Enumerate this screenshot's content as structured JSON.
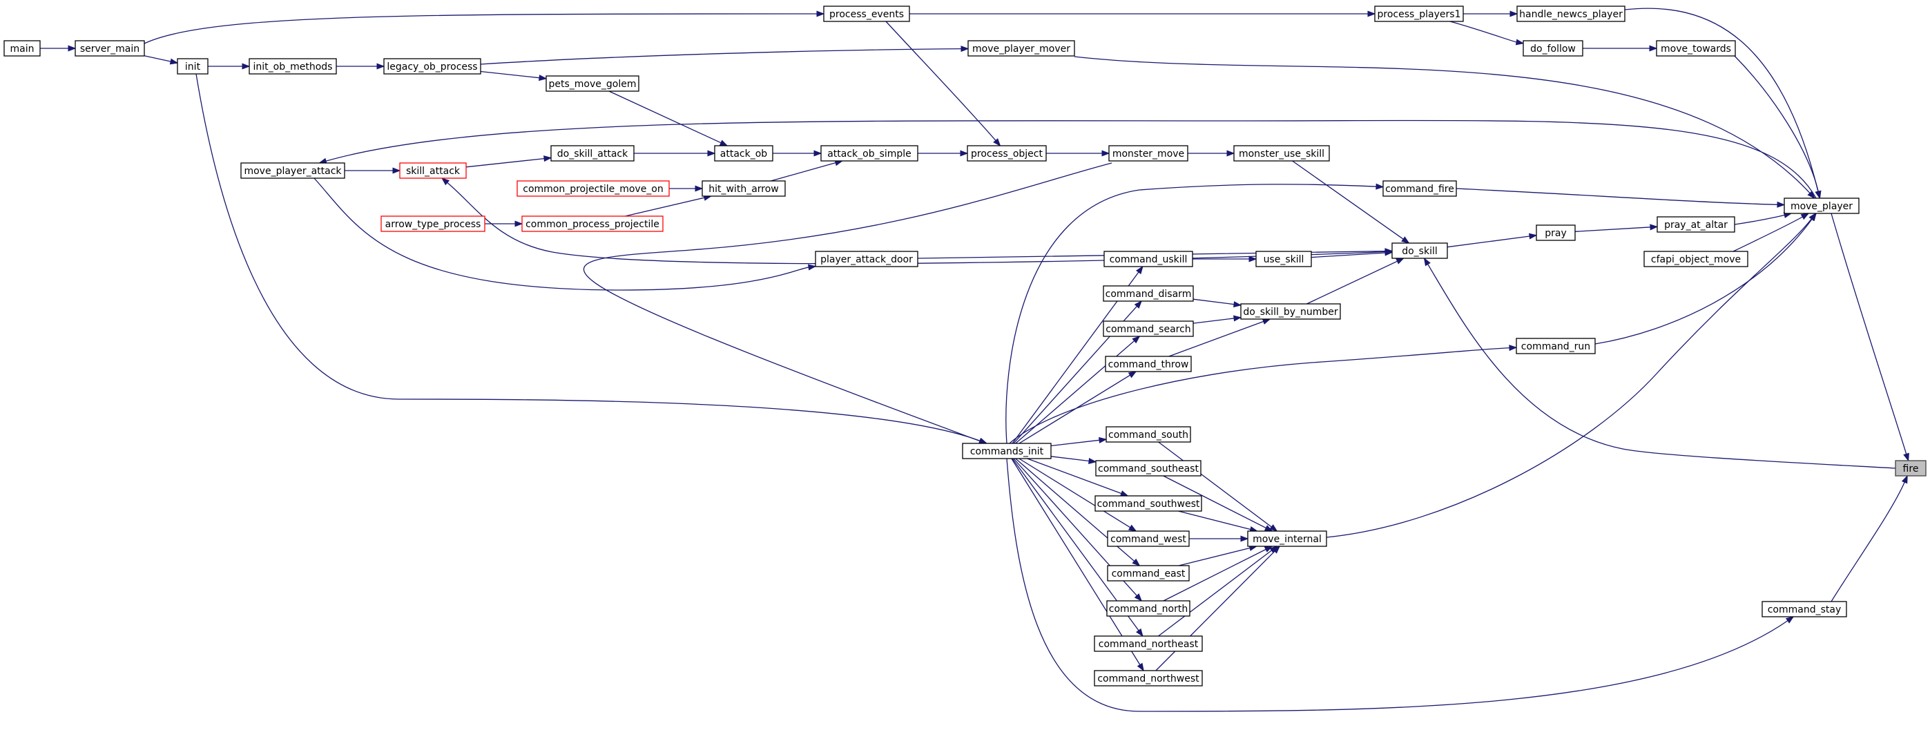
{
  "graph": {
    "nodes": [
      {
        "id": "main",
        "label": "main"
      },
      {
        "id": "server_main",
        "label": "server_main"
      },
      {
        "id": "init",
        "label": "init"
      },
      {
        "id": "init_ob_methods",
        "label": "init_ob_methods"
      },
      {
        "id": "legacy_ob_process",
        "label": "legacy_ob_process"
      },
      {
        "id": "pets_move_golem",
        "label": "pets_move_golem"
      },
      {
        "id": "move_player_attack",
        "label": "move_player_attack"
      },
      {
        "id": "skill_attack",
        "label": "skill_attack",
        "style": "red"
      },
      {
        "id": "common_projectile_move_on",
        "label": "common_projectile_move_on",
        "style": "red"
      },
      {
        "id": "arrow_type_process",
        "label": "arrow_type_process",
        "style": "red"
      },
      {
        "id": "common_process_projectile",
        "label": "common_process_projectile",
        "style": "red"
      },
      {
        "id": "do_skill_attack",
        "label": "do_skill_attack"
      },
      {
        "id": "attack_ob",
        "label": "attack_ob"
      },
      {
        "id": "hit_with_arrow",
        "label": "hit_with_arrow"
      },
      {
        "id": "attack_ob_simple",
        "label": "attack_ob_simple"
      },
      {
        "id": "player_attack_door",
        "label": "player_attack_door"
      },
      {
        "id": "process_events",
        "label": "process_events"
      },
      {
        "id": "move_player_mover",
        "label": "move_player_mover"
      },
      {
        "id": "process_object",
        "label": "process_object"
      },
      {
        "id": "monster_move",
        "label": "monster_move"
      },
      {
        "id": "commands_init",
        "label": "commands_init"
      },
      {
        "id": "command_uskill",
        "label": "command_uskill"
      },
      {
        "id": "command_disarm",
        "label": "command_disarm"
      },
      {
        "id": "command_search",
        "label": "command_search"
      },
      {
        "id": "command_throw",
        "label": "command_throw"
      },
      {
        "id": "command_south",
        "label": "command_south"
      },
      {
        "id": "command_southeast",
        "label": "command_southeast"
      },
      {
        "id": "command_southwest",
        "label": "command_southwest"
      },
      {
        "id": "command_west",
        "label": "command_west"
      },
      {
        "id": "command_east",
        "label": "command_east"
      },
      {
        "id": "command_north",
        "label": "command_north"
      },
      {
        "id": "command_northeast",
        "label": "command_northeast"
      },
      {
        "id": "command_northwest",
        "label": "command_northwest"
      },
      {
        "id": "monster_use_skill",
        "label": "monster_use_skill"
      },
      {
        "id": "use_skill",
        "label": "use_skill"
      },
      {
        "id": "do_skill_by_number",
        "label": "do_skill_by_number"
      },
      {
        "id": "move_internal",
        "label": "move_internal"
      },
      {
        "id": "command_fire",
        "label": "command_fire"
      },
      {
        "id": "do_skill",
        "label": "do_skill"
      },
      {
        "id": "process_players1",
        "label": "process_players1"
      },
      {
        "id": "handle_newcs_player",
        "label": "handle_newcs_player"
      },
      {
        "id": "do_follow",
        "label": "do_follow"
      },
      {
        "id": "pray",
        "label": "pray"
      },
      {
        "id": "command_run",
        "label": "command_run"
      },
      {
        "id": "move_towards",
        "label": "move_towards"
      },
      {
        "id": "pray_at_altar",
        "label": "pray_at_altar"
      },
      {
        "id": "cfapi_object_move",
        "label": "cfapi_object_move"
      },
      {
        "id": "command_stay",
        "label": "command_stay"
      },
      {
        "id": "move_player",
        "label": "move_player"
      },
      {
        "id": "fire",
        "label": "fire",
        "style": "focus"
      }
    ],
    "edges": [
      [
        "main",
        "server_main"
      ],
      [
        "server_main",
        "init"
      ],
      [
        "server_main",
        "process_events"
      ],
      [
        "init",
        "init_ob_methods"
      ],
      [
        "init",
        "commands_init"
      ],
      [
        "init_ob_methods",
        "legacy_ob_process"
      ],
      [
        "legacy_ob_process",
        "move_player_mover"
      ],
      [
        "legacy_ob_process",
        "pets_move_golem"
      ],
      [
        "pets_move_golem",
        "attack_ob"
      ],
      [
        "move_player_attack",
        "skill_attack"
      ],
      [
        "skill_attack",
        "do_skill_attack"
      ],
      [
        "arrow_type_process",
        "common_process_projectile"
      ],
      [
        "common_projectile_move_on",
        "hit_with_arrow"
      ],
      [
        "common_process_projectile",
        "hit_with_arrow"
      ],
      [
        "do_skill_attack",
        "attack_ob"
      ],
      [
        "attack_ob",
        "attack_ob_simple"
      ],
      [
        "hit_with_arrow",
        "attack_ob_simple"
      ],
      [
        "attack_ob_simple",
        "process_object"
      ],
      [
        "move_player_attack",
        "player_attack_door"
      ],
      [
        "player_attack_door",
        "do_skill"
      ],
      [
        "process_events",
        "process_object"
      ],
      [
        "process_events",
        "process_players1"
      ],
      [
        "process_object",
        "monster_move"
      ],
      [
        "monster_move",
        "commands_init"
      ],
      [
        "monster_move",
        "monster_use_skill"
      ],
      [
        "commands_init",
        "command_fire"
      ],
      [
        "commands_init",
        "command_uskill"
      ],
      [
        "commands_init",
        "command_disarm"
      ],
      [
        "commands_init",
        "command_search"
      ],
      [
        "commands_init",
        "command_throw"
      ],
      [
        "commands_init",
        "command_run"
      ],
      [
        "commands_init",
        "command_south"
      ],
      [
        "commands_init",
        "command_southeast"
      ],
      [
        "commands_init",
        "command_southwest"
      ],
      [
        "commands_init",
        "command_west"
      ],
      [
        "commands_init",
        "command_east"
      ],
      [
        "commands_init",
        "command_north"
      ],
      [
        "commands_init",
        "command_northeast"
      ],
      [
        "commands_init",
        "command_northwest"
      ],
      [
        "commands_init",
        "command_stay"
      ],
      [
        "command_uskill",
        "use_skill"
      ],
      [
        "command_disarm",
        "do_skill_by_number"
      ],
      [
        "command_search",
        "do_skill_by_number"
      ],
      [
        "command_throw",
        "do_skill_by_number"
      ],
      [
        "command_south",
        "move_internal"
      ],
      [
        "command_southeast",
        "move_internal"
      ],
      [
        "command_southwest",
        "move_internal"
      ],
      [
        "command_west",
        "move_internal"
      ],
      [
        "command_east",
        "move_internal"
      ],
      [
        "command_north",
        "move_internal"
      ],
      [
        "command_northeast",
        "move_internal"
      ],
      [
        "command_northwest",
        "move_internal"
      ],
      [
        "monster_use_skill",
        "do_skill"
      ],
      [
        "use_skill",
        "do_skill"
      ],
      [
        "do_skill_by_number",
        "do_skill"
      ],
      [
        "do_skill",
        "skill_attack"
      ],
      [
        "do_skill",
        "pray"
      ],
      [
        "process_players1",
        "handle_newcs_player"
      ],
      [
        "process_players1",
        "do_follow"
      ],
      [
        "do_follow",
        "move_towards"
      ],
      [
        "pray",
        "pray_at_altar"
      ],
      [
        "command_fire",
        "move_player"
      ],
      [
        "move_internal",
        "move_player"
      ],
      [
        "command_run",
        "move_player"
      ],
      [
        "pray_at_altar",
        "move_player"
      ],
      [
        "cfapi_object_move",
        "move_player"
      ],
      [
        "handle_newcs_player",
        "move_player"
      ],
      [
        "move_towards",
        "move_player"
      ],
      [
        "move_player_mover",
        "move_player"
      ],
      [
        "move_player",
        "move_player_attack"
      ],
      [
        "move_player",
        "fire"
      ],
      [
        "command_stay",
        "fire"
      ],
      [
        "fire",
        "do_skill"
      ]
    ]
  }
}
